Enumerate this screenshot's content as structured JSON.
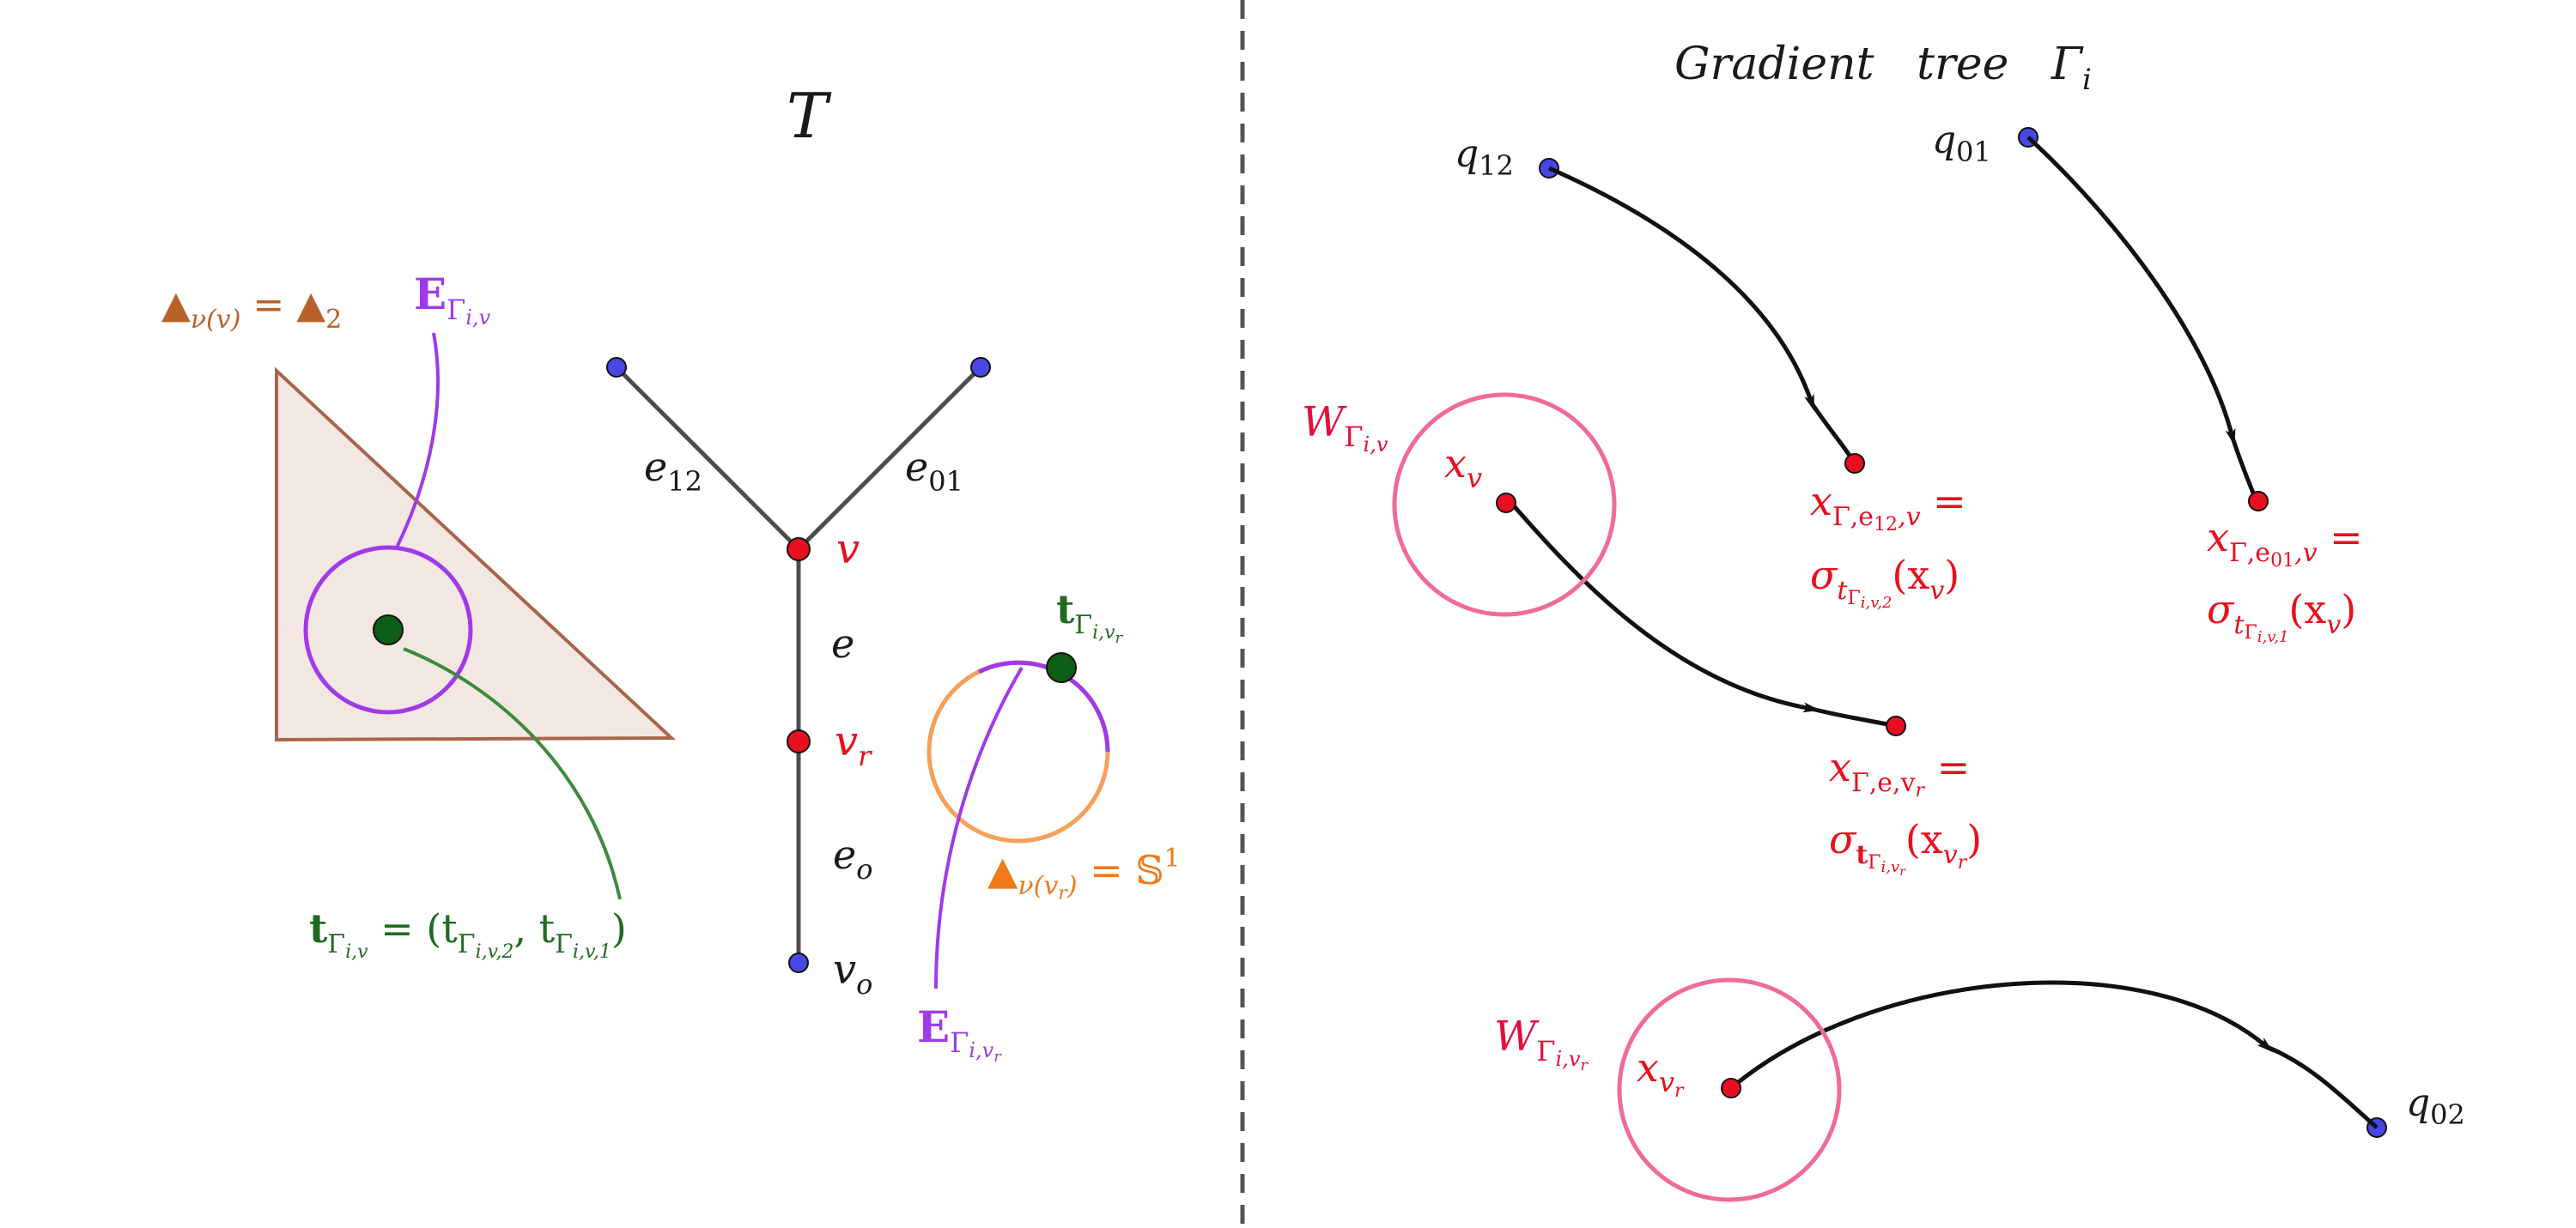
{
  "colors": {
    "black": "#1a1a1a",
    "edge_gray": "#4d4d4d",
    "red": "#e8101e",
    "blue_node": "#4747e6",
    "green_dot": "#0d5e14",
    "green_label": "#1f6b1f",
    "purple": "#a03ae8",
    "orange_circle": "#f5a05a",
    "orange_label": "#f07a1a",
    "brown": "#b8622a",
    "triangle_fill": "#f3e7e2",
    "triangle_stroke": "#a8654a",
    "pink_circle": "#f06a9a",
    "crimson": "#e0103c",
    "arrow": "#111111",
    "divider": "#555555"
  },
  "left": {
    "title": "T",
    "edge_labels": {
      "e12": {
        "main": "e",
        "sub": "12"
      },
      "e01": {
        "main": "e",
        "sub": "01"
      },
      "e": {
        "main": "e"
      },
      "eo": {
        "main": "e",
        "sub": "o"
      }
    },
    "vertex_labels": {
      "v": "v",
      "vr": {
        "main": "v",
        "sub": "r"
      },
      "vo": {
        "main": "v",
        "sub": "o"
      }
    },
    "simplex_label": {
      "prefix": "▲",
      "sub": "ν(v)",
      "equals": " = ",
      "rhs": "▲",
      "rhs_sub": "2"
    },
    "E_v_label": {
      "main": "E",
      "sub": "Γ",
      "subsub": "i,v"
    },
    "t_v_label": {
      "main": "t",
      "sub": "Γ",
      "subsub": "i,v",
      "rhs": " = (t",
      "rhs_sub1": "Γ",
      "rhs_subsub1": "i,v,2",
      "comma": ", t",
      "rhs_sub2": "Γ",
      "rhs_subsub2": "i,v,1",
      "close": ")"
    },
    "t_vr_label": {
      "main": "t",
      "sub": "Γ",
      "subsub": "i,v",
      "subsubsub": "r"
    },
    "circle_label": {
      "prefix": "▲",
      "sub": "ν(v",
      "subsub": "r",
      "subclose": ")",
      "equals": " = 𝕊",
      "sup": "1"
    },
    "E_vr_label": {
      "main": "E",
      "sub": "Γ",
      "subsub": "i,v",
      "subsubsub": "r"
    }
  },
  "right": {
    "title": "Gradient   tree   Γ",
    "title_sub": "i",
    "q_labels": {
      "q12": {
        "main": "q",
        "sub": "12"
      },
      "q01": {
        "main": "q",
        "sub": "01"
      },
      "q02": {
        "main": "q",
        "sub": "02"
      }
    },
    "W_v": {
      "main": "W",
      "sub": "Γ",
      "subsub": "i,v"
    },
    "W_vr": {
      "main": "W",
      "sub": "Γ",
      "subsub": "i,v",
      "subsubsub": "r"
    },
    "x_v": {
      "main": "x",
      "sub": "v"
    },
    "x_vr": {
      "main": "x",
      "sub": "v",
      "subsub": "r"
    },
    "x_e12": {
      "line1": "x",
      "line1_sub": "Γ,e",
      "line1_subsub": "12",
      "line1_subtail": ",v",
      "line1_tail": " =",
      "line2": "σ",
      "line2_sub": "t",
      "line2_subsub": "Γ",
      "line2_subsubsub": "i,v,2",
      "line2_tail": "(x",
      "line2_tail_sub": "v",
      "line2_close": ")"
    },
    "x_e01": {
      "line1": "x",
      "line1_sub": "Γ,e",
      "line1_subsub": "01",
      "line1_subtail": ",v",
      "line1_tail": " =",
      "line2": "σ",
      "line2_sub": "t",
      "line2_subsub": "Γ",
      "line2_subsubsub": "i,v,1",
      "line2_tail": "(x",
      "line2_tail_sub": "v",
      "line2_close": ")"
    },
    "x_e": {
      "line1": "x",
      "line1_sub": "Γ,e,v",
      "line1_subsub": "r",
      "line1_tail": " =",
      "line2": "σ",
      "line2_sub": "t",
      "line2_subsub": "Γ",
      "line2_subsubsub": "i,v",
      "line2_subsubsubsub": "r",
      "line2_tail": "(x",
      "line2_tail_sub": "v",
      "line2_tail_subsub": "r",
      "line2_close": ")"
    }
  }
}
